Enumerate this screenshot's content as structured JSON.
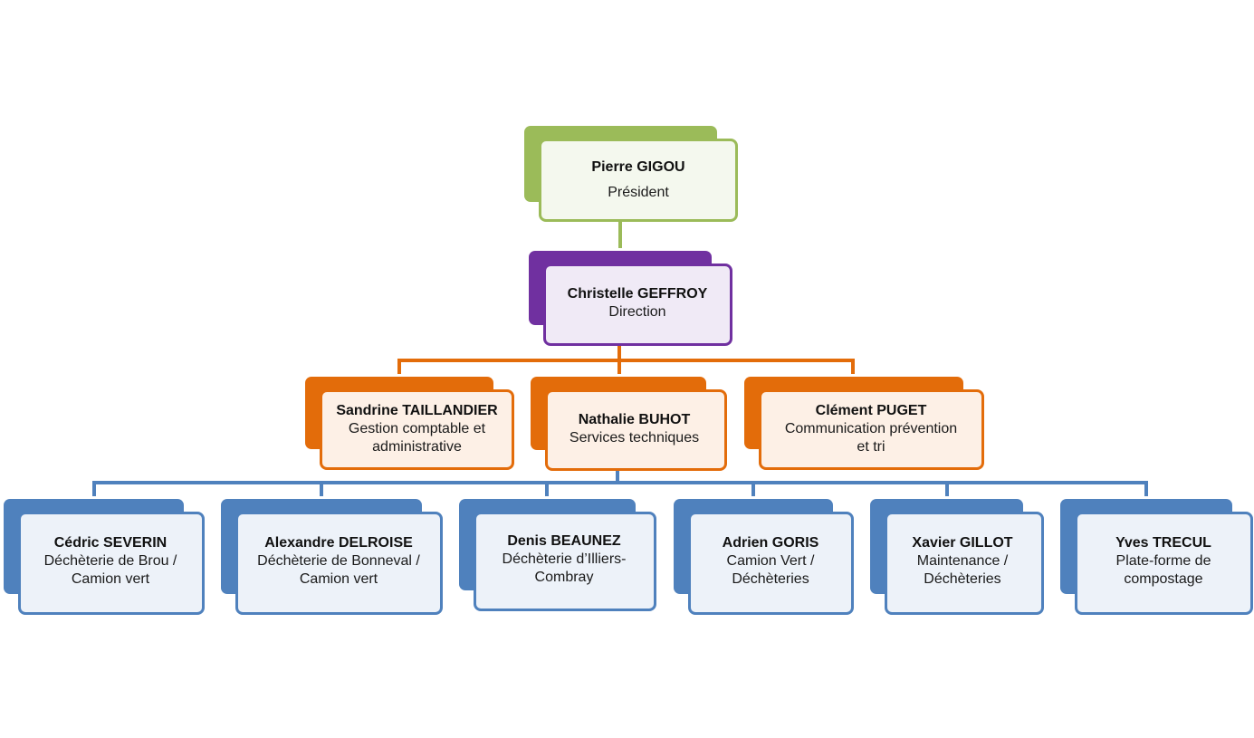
{
  "colors": {
    "president": "#9bbb59",
    "direction": "#7030a0",
    "managers": "#e36c0a",
    "staff": "#4f81bd"
  },
  "president": {
    "name": "Pierre GIGOU",
    "role": "Président"
  },
  "direction": {
    "name": "Christelle GEFFROY",
    "role": "Direction"
  },
  "managers": [
    {
      "name": "Sandrine TAILLANDIER",
      "role": "Gestion comptable et\nadministrative"
    },
    {
      "name": "Nathalie BUHOT",
      "role": "Services techniques"
    },
    {
      "name": "Clément PUGET",
      "role": "Communication  prévention\net tri"
    }
  ],
  "staff": [
    {
      "name": "Cédric SEVERIN",
      "role": "Déchèterie de Brou /\nCamion vert"
    },
    {
      "name": "Alexandre DELROISE",
      "role": "Déchèterie de Bonneval /\nCamion vert"
    },
    {
      "name": "Denis BEAUNEZ",
      "role": "Déchèterie d’Illiers-\nCombray"
    },
    {
      "name": "Adrien GORIS",
      "role": "Camion Vert /\nDéchèteries"
    },
    {
      "name": "Xavier GILLOT",
      "role": "Maintenance /\nDéchèteries"
    },
    {
      "name": "Yves TRECUL",
      "role": "Plate-forme de\ncompostage"
    }
  ]
}
